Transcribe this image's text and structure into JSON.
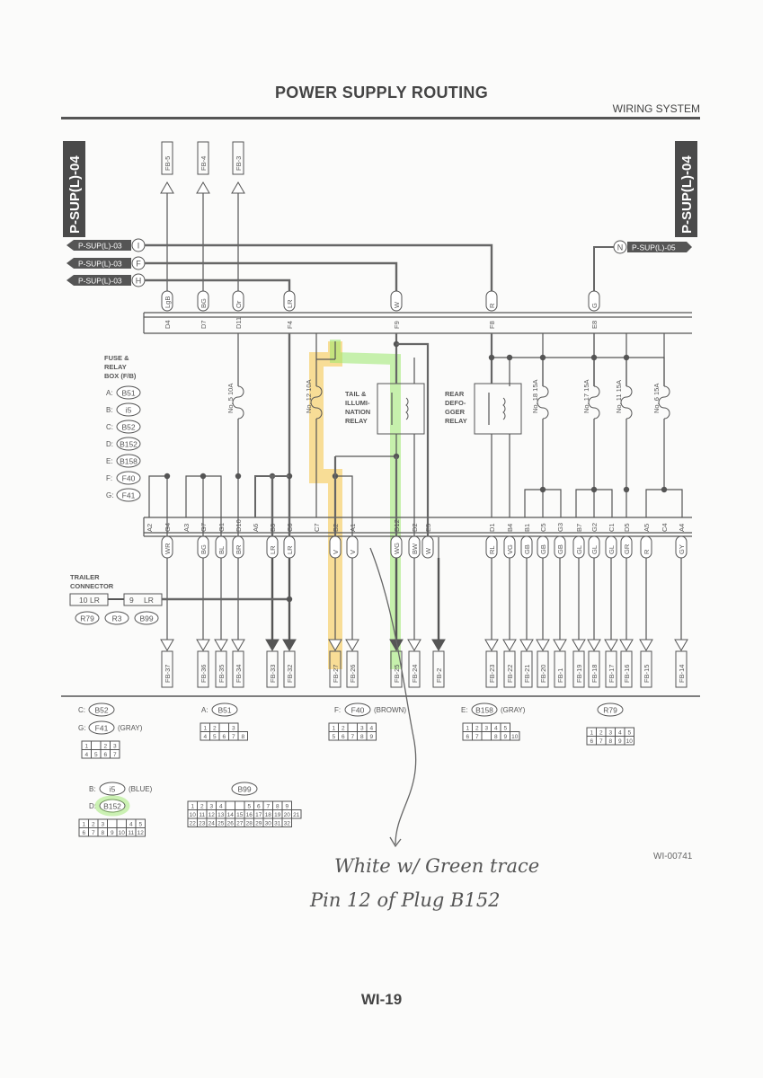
{
  "header": {
    "title": "POWER SUPPLY ROUTING",
    "section": "WIRING SYSTEM"
  },
  "page_number": "WI-19",
  "drawing_code": "WI-00741",
  "tags": {
    "left_vertical": "P-SUP(L)-04",
    "right_vertical": "P-SUP(L)-04"
  },
  "sources": [
    {
      "label": "P-SUP(L)-03",
      "letter": "I"
    },
    {
      "label": "P-SUP(L)-03",
      "letter": "F"
    },
    {
      "label": "P-SUP(L)-03",
      "letter": "H"
    },
    {
      "label": "P-SUP(L)-05",
      "letter": "N"
    }
  ],
  "top_arrows": [
    "FB-5",
    "FB-4",
    "FB-3"
  ],
  "top_pins": [
    {
      "pin": "D4",
      "wire": "LgB"
    },
    {
      "pin": "D7",
      "wire": "BG"
    },
    {
      "pin": "D11",
      "wire": "Or"
    },
    {
      "pin": "F4",
      "wire": "LR"
    },
    {
      "pin": "F9",
      "wire": "W"
    },
    {
      "pin": "F8",
      "wire": "R"
    },
    {
      "pin": "E8",
      "wire": "G"
    }
  ],
  "fuse_box": {
    "title_lines": [
      "FUSE &",
      "RELAY",
      "BOX (F/B)"
    ],
    "connectors": [
      {
        "letter": "A:",
        "code": "B51"
      },
      {
        "letter": "B:",
        "code": "i5"
      },
      {
        "letter": "C:",
        "code": "B52"
      },
      {
        "letter": "D:",
        "code": "B152"
      },
      {
        "letter": "E:",
        "code": "B158"
      },
      {
        "letter": "F:",
        "code": "F40"
      },
      {
        "letter": "G:",
        "code": "F41"
      }
    ]
  },
  "fuses": [
    "No. 5 10A",
    "No. 12 10A",
    "No. 18 15A",
    "No. 17 15A",
    "No. 11 15A",
    "No. 6 15A"
  ],
  "relays": [
    {
      "lines": [
        "TAIL &",
        "ILLUMI-",
        "NATION",
        "RELAY"
      ]
    },
    {
      "lines": [
        "REAR",
        "DEFO-",
        "GGER",
        "RELAY"
      ]
    }
  ],
  "bottom_pins": [
    {
      "pin": "A2",
      "wire": ""
    },
    {
      "pin": "G4",
      "wire": "WR"
    },
    {
      "pin": "A3",
      "wire": ""
    },
    {
      "pin": "G7",
      "wire": "BG"
    },
    {
      "pin": "G1",
      "wire": "BL"
    },
    {
      "pin": "D10",
      "wire": "BR"
    },
    {
      "pin": "A6",
      "wire": ""
    },
    {
      "pin": "B3",
      "wire": "LR"
    },
    {
      "pin": "C6",
      "wire": "LR"
    },
    {
      "pin": "C7",
      "wire": ""
    },
    {
      "pin": "B2",
      "wire": "V"
    },
    {
      "pin": "A1",
      "wire": "V"
    },
    {
      "pin": "D12",
      "wire": "WG"
    },
    {
      "pin": "D2",
      "wire": "BW"
    },
    {
      "pin": "E5",
      "wire": "W"
    },
    {
      "pin": "D1",
      "wire": "RL"
    },
    {
      "pin": "B4",
      "wire": "VG"
    },
    {
      "pin": "B1",
      "wire": "GB"
    },
    {
      "pin": "C5",
      "wire": "GB"
    },
    {
      "pin": "G3",
      "wire": "GB"
    },
    {
      "pin": "B7",
      "wire": "GL"
    },
    {
      "pin": "G2",
      "wire": "GL"
    },
    {
      "pin": "C1",
      "wire": "GL"
    },
    {
      "pin": "D5",
      "wire": "GR"
    },
    {
      "pin": "A5",
      "wire": "R"
    },
    {
      "pin": "C4",
      "wire": ""
    },
    {
      "pin": "A4",
      "wire": "GY"
    }
  ],
  "bottom_arrows": [
    "FB-37",
    "FB-36",
    "FB-35",
    "FB-34",
    "FB-33",
    "FB-32",
    "FB-27",
    "FB-26",
    "FB-25",
    "FB-24",
    "FB-2",
    "FB-23",
    "FB-22",
    "FB-21",
    "FB-20",
    "FB-1",
    "FB-19",
    "FB-18",
    "FB-17",
    "FB-16",
    "FB-15",
    "FB-14"
  ],
  "trailer": {
    "title_lines": [
      "TRAILER",
      "CONNECTOR"
    ],
    "pin_left": "10",
    "wire_left": "LR",
    "pin_right": "9",
    "wire_right": "LR",
    "codes": [
      "R79",
      "R3",
      "B99"
    ]
  },
  "connector_legend": {
    "c": {
      "letter": "C:",
      "code": "B52"
    },
    "g": {
      "letter": "G:",
      "code": "F41",
      "note": "(GRAY)"
    },
    "a": {
      "letter": "A:",
      "code": "B51"
    },
    "f": {
      "letter": "F:",
      "code": "F40",
      "note": "(BROWN)"
    },
    "e": {
      "letter": "E:",
      "code": "B158",
      "note": "(GRAY)"
    },
    "r79": {
      "code": "R79"
    },
    "b": {
      "letter": "B:",
      "code": "i5",
      "note": "(BLUE)"
    },
    "d": {
      "letter": "D:",
      "code": "B152"
    },
    "b99": {
      "code": "B99"
    }
  },
  "annotation": {
    "line1": "White w/ Green trace",
    "line2": "Pin 12 of Plug B152"
  },
  "colors": {
    "ink": "#555555",
    "highlight_green": "#9be86b",
    "highlight_yellow": "#f6c543"
  }
}
